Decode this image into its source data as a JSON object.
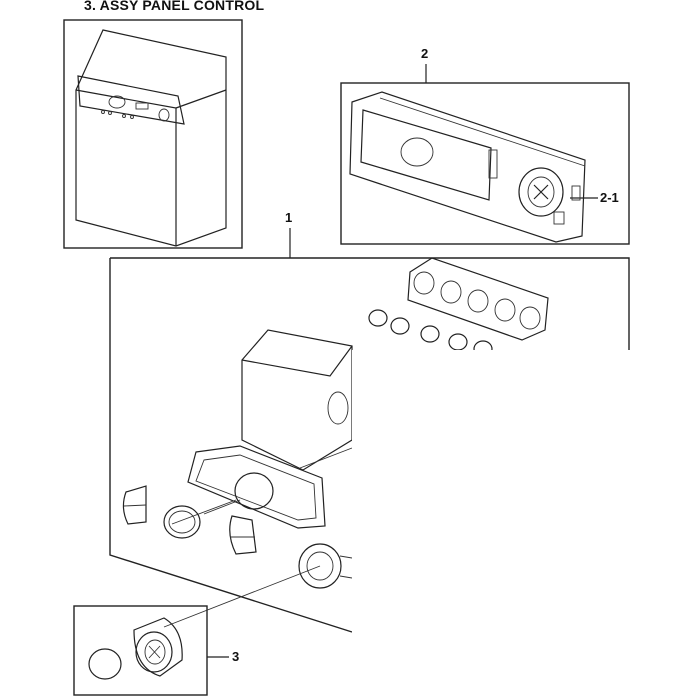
{
  "title": "3. ASSY PANEL CONTROL",
  "callouts": {
    "c1": "1",
    "c2": "2",
    "c2_1": "2-1",
    "c3": "3"
  },
  "colors": {
    "line": "#222222",
    "cover": "#ffffff"
  }
}
